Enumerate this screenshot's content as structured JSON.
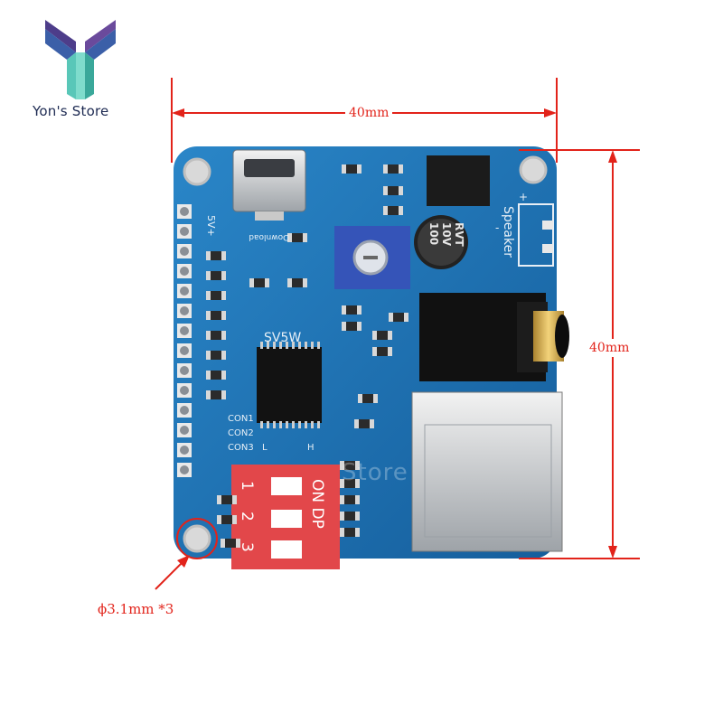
{
  "brand": {
    "name": "Yon's Store",
    "logo_icon": "yon-store-logo-icon",
    "colors": {
      "teal": "#59c7b8",
      "navy": "#2b3466",
      "purple": "#6a4a9c"
    }
  },
  "dimensions": {
    "width_label": "40mm",
    "height_label": "40mm",
    "hole_label": "ϕ3.1mm *3",
    "line_color": "#e2231a"
  },
  "board": {
    "pcb_color": "#1f74b8",
    "silkscreen": {
      "power_label": "5V+",
      "usb_label": "Download",
      "chip_label": "SV5W",
      "con_labels": [
        "CON1",
        "CON2",
        "CON3"
      ],
      "con_suffix": [
        "L",
        "H"
      ],
      "speaker_label": "Speaker",
      "speaker_plus": "+",
      "speaker_minus": "-"
    },
    "capacitor_text": [
      "100",
      "10V",
      "RVT"
    ],
    "dip_switch": {
      "color": "#e2474a",
      "label": "ON DP",
      "switch_numbers": [
        "1",
        "2",
        "3"
      ]
    },
    "watermark": "Store"
  }
}
